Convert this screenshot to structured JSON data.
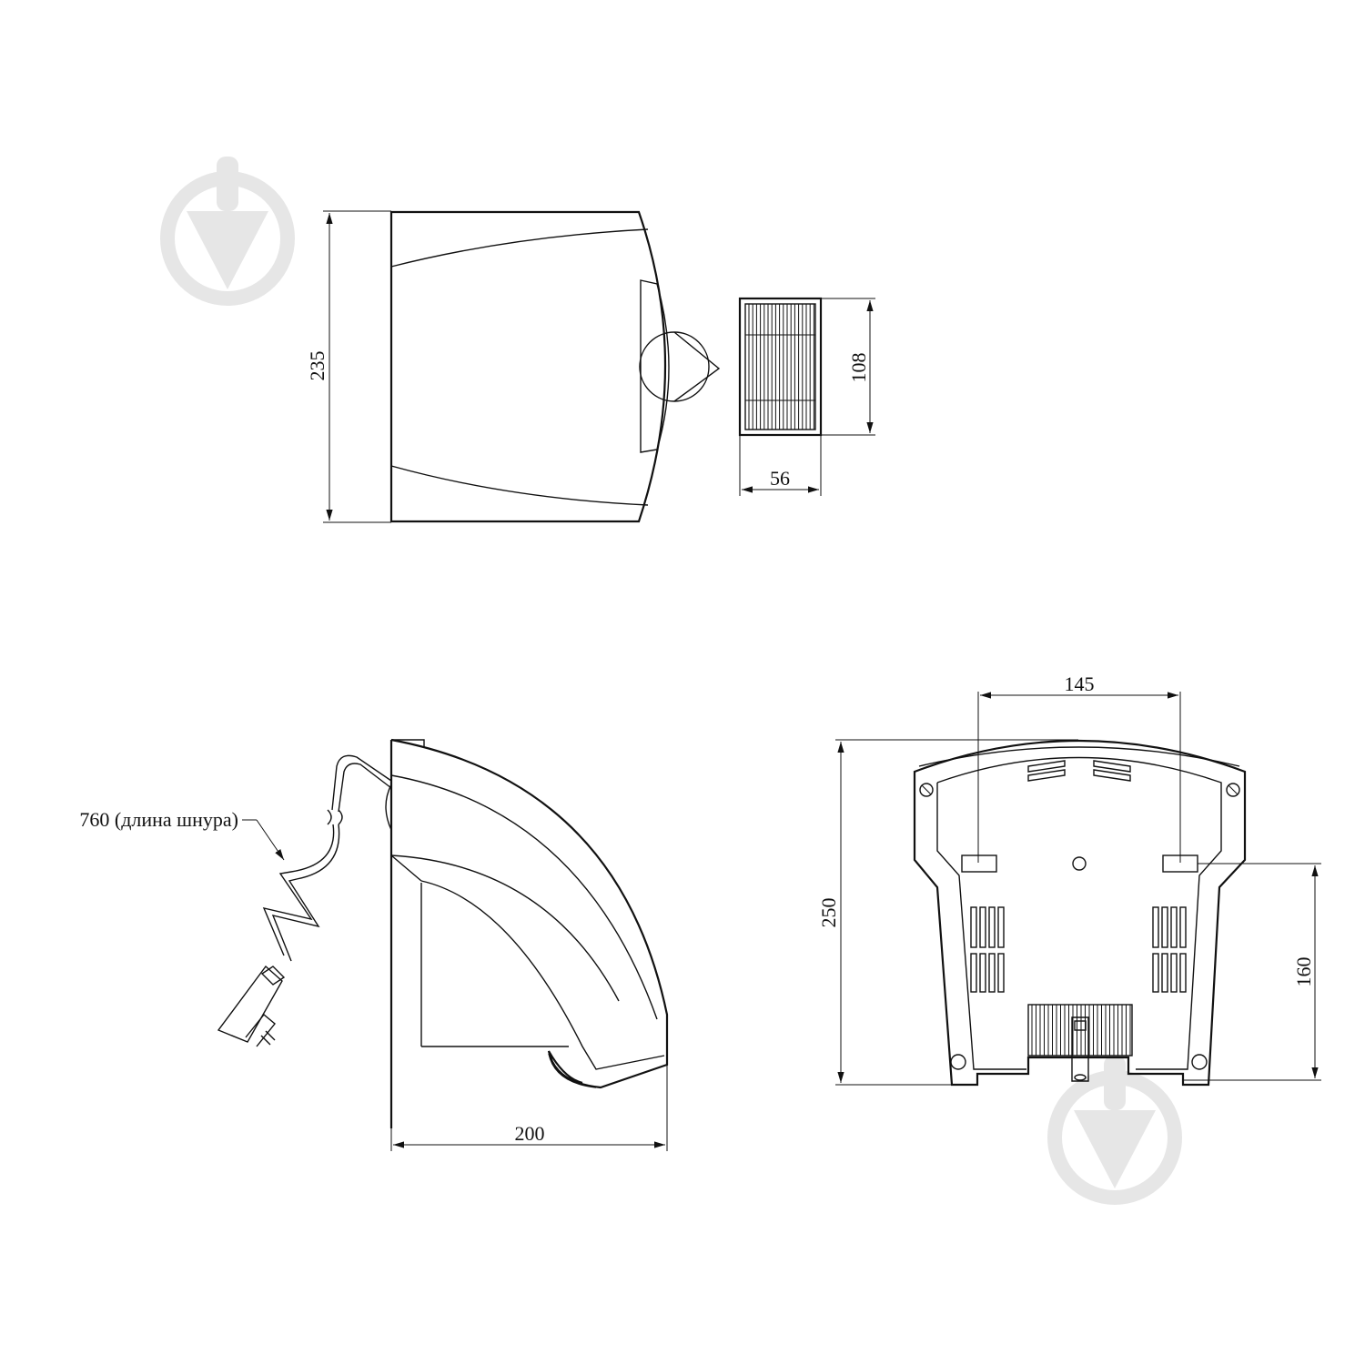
{
  "colors": {
    "line": "#111111",
    "watermark": "#e6e6e6",
    "background": "#ffffff"
  },
  "watermark": {
    "icon": "drop-arrow-logo"
  },
  "dimensions": {
    "front_height": "235",
    "grille_height": "108",
    "grille_width": "56",
    "cord_length": "760 (длина шнура)",
    "side_depth": "200",
    "back_mount_spacing": "145",
    "back_height": "250",
    "back_mount_height": "160"
  }
}
